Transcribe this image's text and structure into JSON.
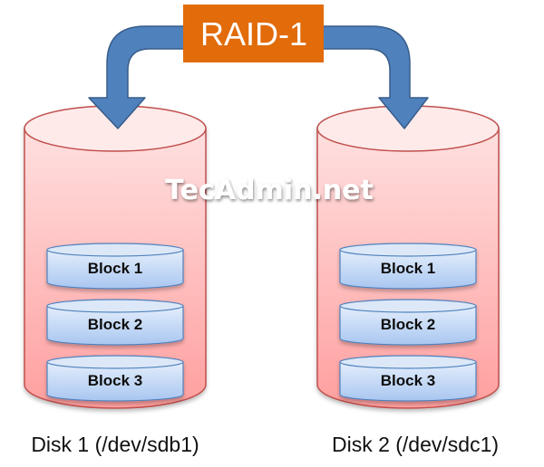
{
  "title": "RAID-1",
  "watermark": "TecAdmin.net",
  "colors": {
    "banner": "#E26B0A",
    "arrow": "#4F81BD",
    "arrow_stroke": "#385D8A",
    "disk_fill": "#FFC7C7",
    "disk_stroke": "#C0504D",
    "block_fill": "#C6D9F1",
    "block_stroke": "#4F81BD"
  },
  "disks": [
    {
      "label": "Disk 1 (/dev/sdb1)",
      "blocks": [
        "Block 1",
        "Block 2",
        "Block 3"
      ]
    },
    {
      "label": "Disk 2 (/dev/sdc1)",
      "blocks": [
        "Block 1",
        "Block 2",
        "Block 3"
      ]
    }
  ]
}
